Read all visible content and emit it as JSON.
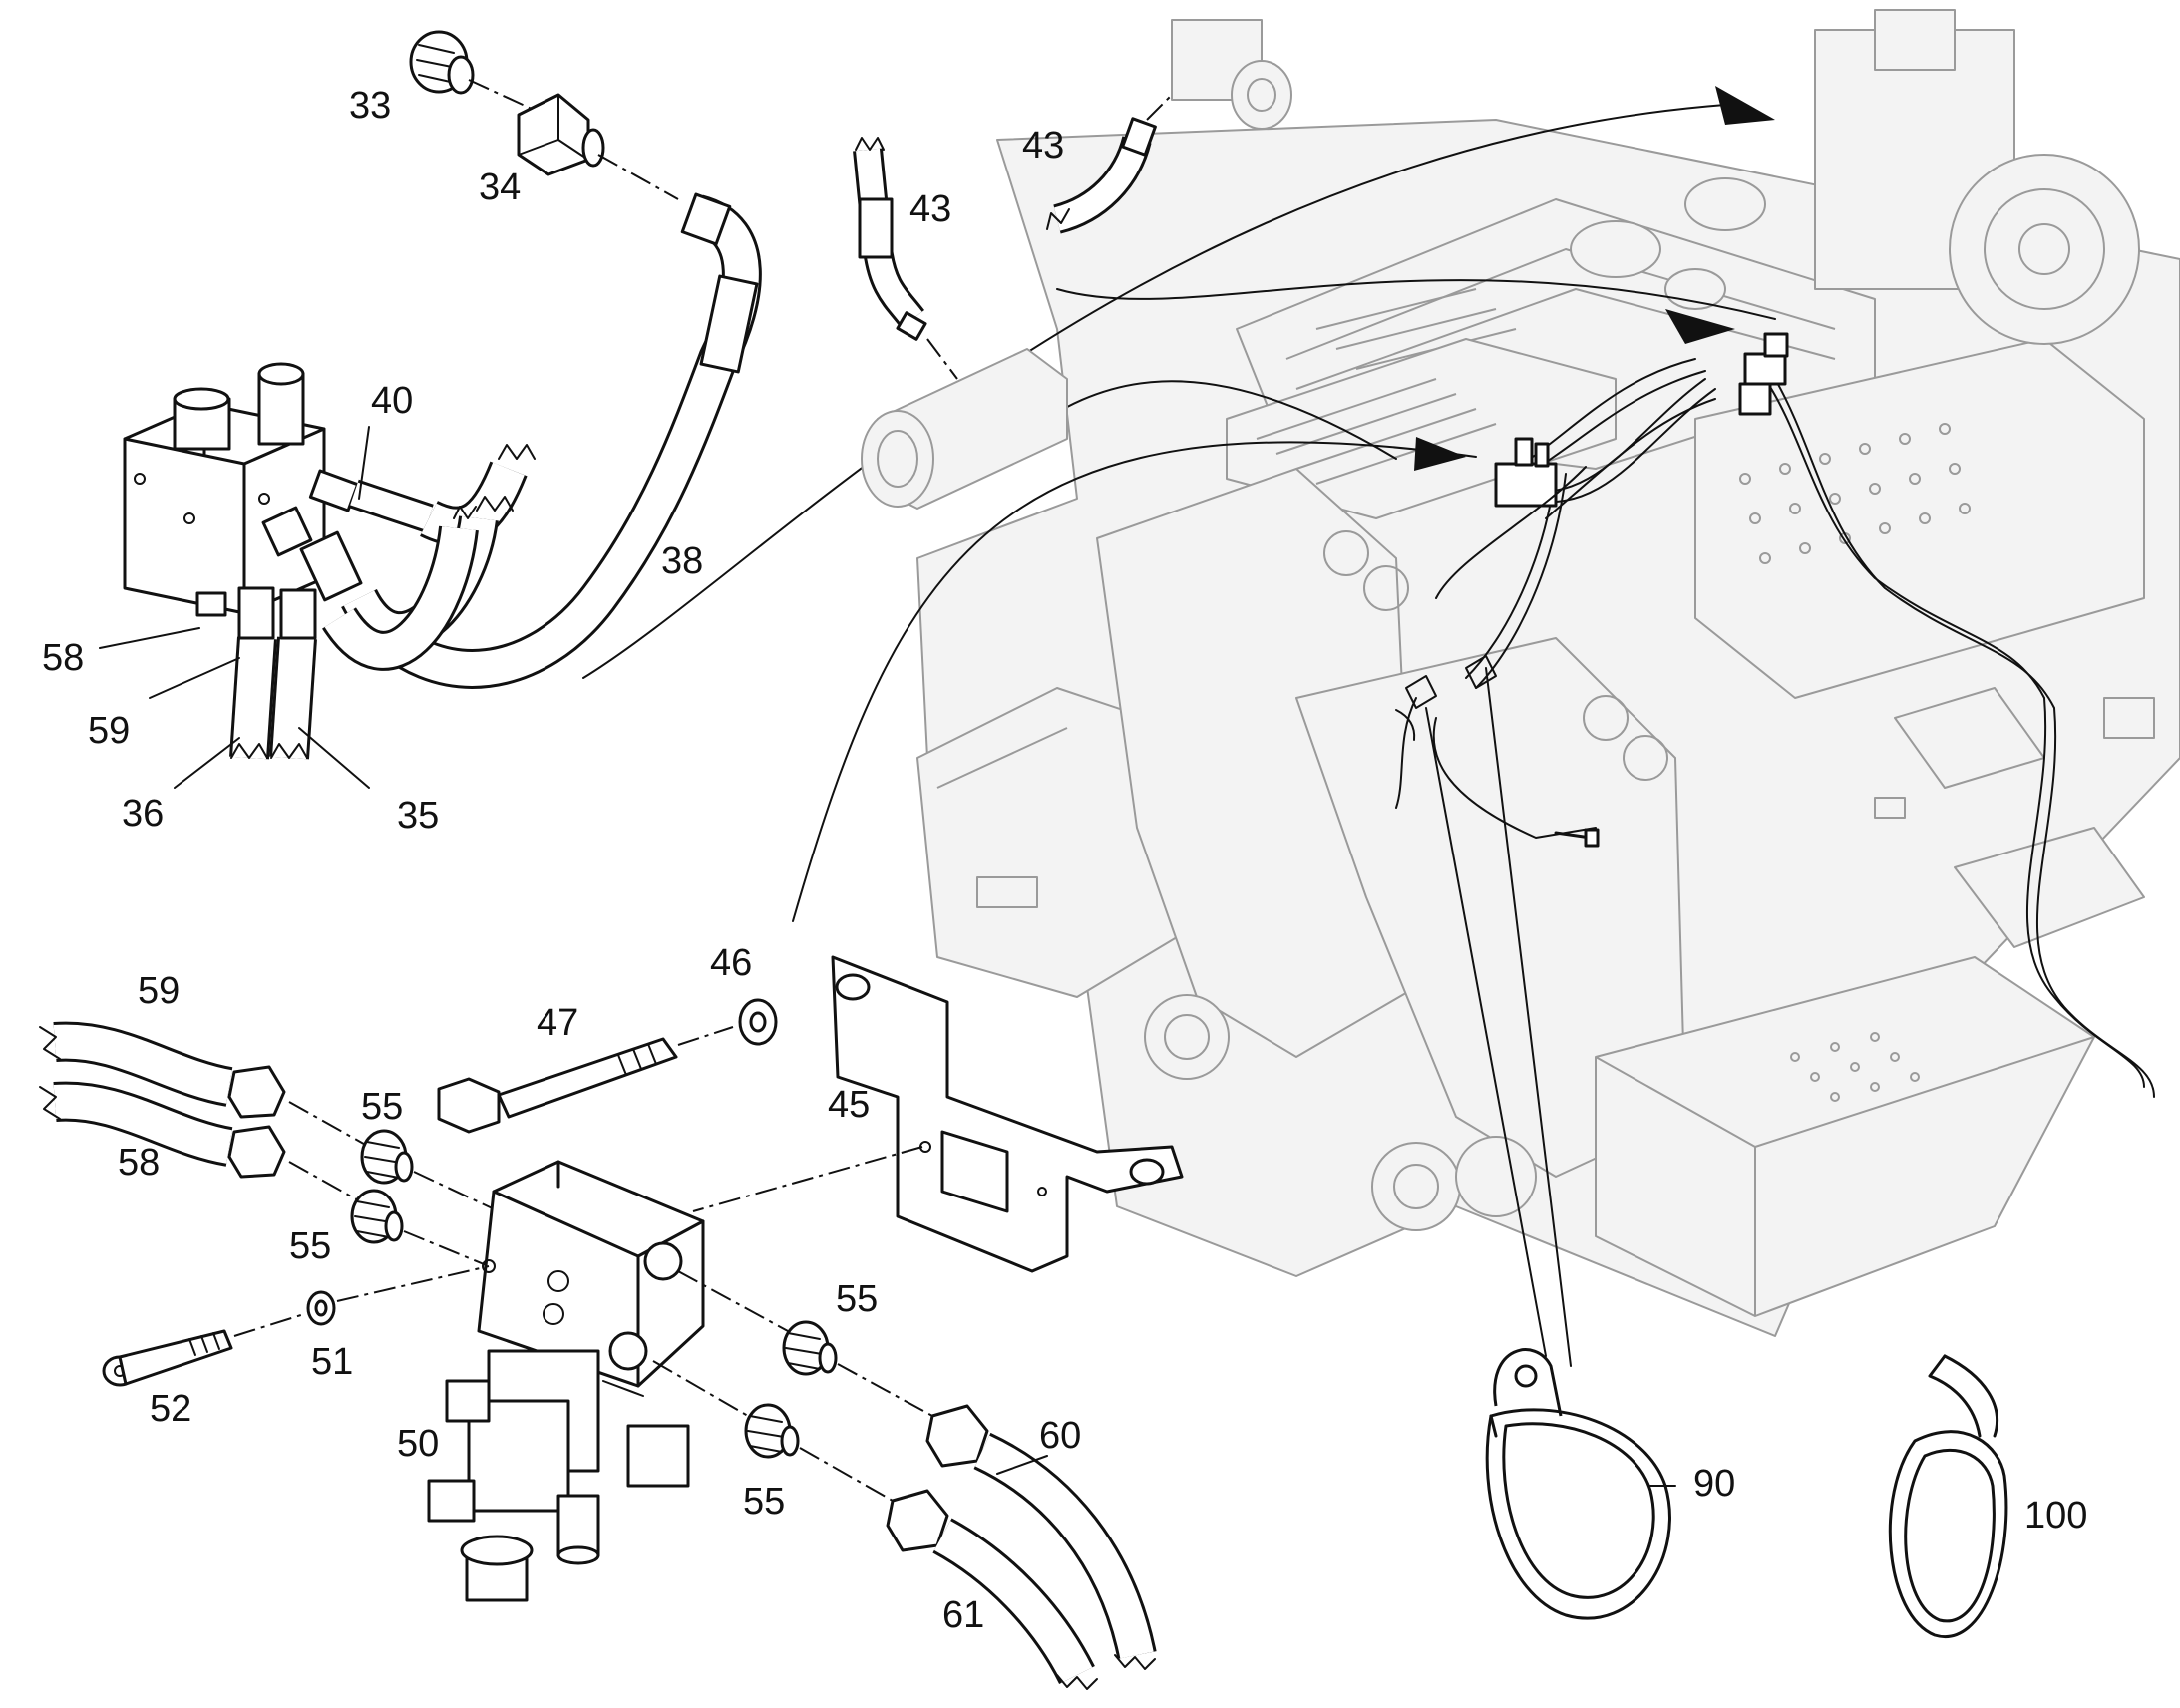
{
  "diagram": {
    "callouts": [
      {
        "id": "c33",
        "text": "33"
      },
      {
        "id": "c34",
        "text": "34"
      },
      {
        "id": "c43a",
        "text": "43"
      },
      {
        "id": "c43b",
        "text": "43"
      },
      {
        "id": "c40",
        "text": "40"
      },
      {
        "id": "c38",
        "text": "38"
      },
      {
        "id": "c58a",
        "text": "58"
      },
      {
        "id": "c59a",
        "text": "59"
      },
      {
        "id": "c36",
        "text": "36"
      },
      {
        "id": "c35",
        "text": "35"
      },
      {
        "id": "c46",
        "text": "46"
      },
      {
        "id": "c47",
        "text": "47"
      },
      {
        "id": "c59b",
        "text": "59"
      },
      {
        "id": "c55a",
        "text": "55"
      },
      {
        "id": "c45",
        "text": "45"
      },
      {
        "id": "c58b",
        "text": "58"
      },
      {
        "id": "c55b",
        "text": "55"
      },
      {
        "id": "c55c",
        "text": "55"
      },
      {
        "id": "c51",
        "text": "51"
      },
      {
        "id": "c52",
        "text": "52"
      },
      {
        "id": "c50",
        "text": "50"
      },
      {
        "id": "c60",
        "text": "60"
      },
      {
        "id": "c55d",
        "text": "55"
      },
      {
        "id": "c61",
        "text": "61"
      },
      {
        "id": "c90",
        "text": "90"
      },
      {
        "id": "c100",
        "text": "100"
      }
    ]
  }
}
